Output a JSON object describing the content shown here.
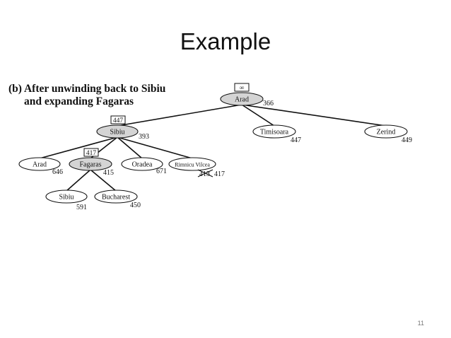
{
  "slide": {
    "title": "Example",
    "page_number": "11"
  },
  "caption": {
    "line1": "(b) After unwinding back to Sibiu",
    "line2": "and expanding Fagaras"
  },
  "tree": {
    "nodes": [
      {
        "id": "arad-root",
        "label": "Arad",
        "value": "366",
        "limit": "∞",
        "highlighted": true
      },
      {
        "id": "sibiu",
        "label": "Sibiu",
        "value": "393",
        "limit": "447",
        "highlighted": true
      },
      {
        "id": "timisoara",
        "label": "Timisoara",
        "value": "447",
        "highlighted": false
      },
      {
        "id": "zerind",
        "label": "Zerind",
        "value": "449",
        "highlighted": false
      },
      {
        "id": "arad-child",
        "label": "Arad",
        "value": "646",
        "highlighted": false
      },
      {
        "id": "fagaras",
        "label": "Fagaras",
        "value": "415",
        "limit": "417",
        "highlighted": true
      },
      {
        "id": "oradea",
        "label": "Oradea",
        "value": "671",
        "highlighted": false
      },
      {
        "id": "rimnicu",
        "label": "Rimnicu Vilcea",
        "value": "417",
        "crossed_value": "413",
        "highlighted": false
      },
      {
        "id": "sibiu-leaf",
        "label": "Sibiu",
        "value": "591",
        "highlighted": false
      },
      {
        "id": "bucharest",
        "label": "Bucharest",
        "value": "450",
        "highlighted": false
      }
    ],
    "edges": [
      [
        "arad-root",
        "sibiu"
      ],
      [
        "arad-root",
        "timisoara"
      ],
      [
        "arad-root",
        "zerind"
      ],
      [
        "sibiu",
        "arad-child"
      ],
      [
        "sibiu",
        "fagaras"
      ],
      [
        "sibiu",
        "oradea"
      ],
      [
        "sibiu",
        "rimnicu"
      ],
      [
        "fagaras",
        "sibiu-leaf"
      ],
      [
        "fagaras",
        "bucharest"
      ]
    ],
    "colors": {
      "highlight_fill": "#d4d4d4",
      "plain_fill": "#ffffff",
      "stroke": "#111111"
    }
  }
}
